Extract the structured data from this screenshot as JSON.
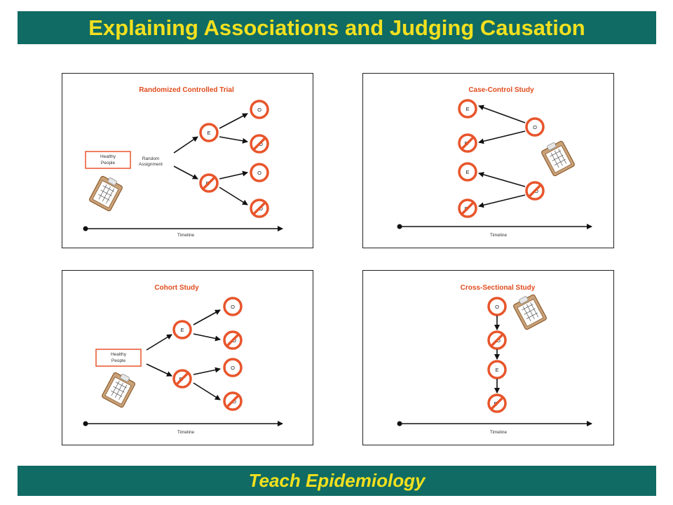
{
  "slide": {
    "title": "Explaining Associations and Judging Causation",
    "footer": "Teach Epidemiology"
  },
  "colors": {
    "banner": "#0f6b63",
    "banner_text": "#f2e01f",
    "accent": "#e8552b"
  },
  "panels": {
    "rct": {
      "title": "Randomized Controlled Trial",
      "start_label": "Healthy People",
      "start_line1": "Healthy",
      "start_line2": "People",
      "assign_line1": "Random",
      "assign_line2": "Assignment",
      "exposed": "E",
      "outcome": "O",
      "timeline": "Timeline"
    },
    "case_control": {
      "title": "Case-Control Study",
      "exposed": "E",
      "outcome": "O",
      "timeline": "Timeline"
    },
    "cohort": {
      "title": "Cohort Study",
      "start_line1": "Healthy",
      "start_line2": "People",
      "exposed": "E",
      "outcome": "O",
      "timeline": "Timeline"
    },
    "cross_sectional": {
      "title": "Cross-Sectional Study",
      "exposed": "E",
      "outcome": "O",
      "timeline": "Timeline"
    }
  },
  "icons": {
    "clipboard": "clipboard-icon",
    "no_symbol": "slashed-circle"
  }
}
